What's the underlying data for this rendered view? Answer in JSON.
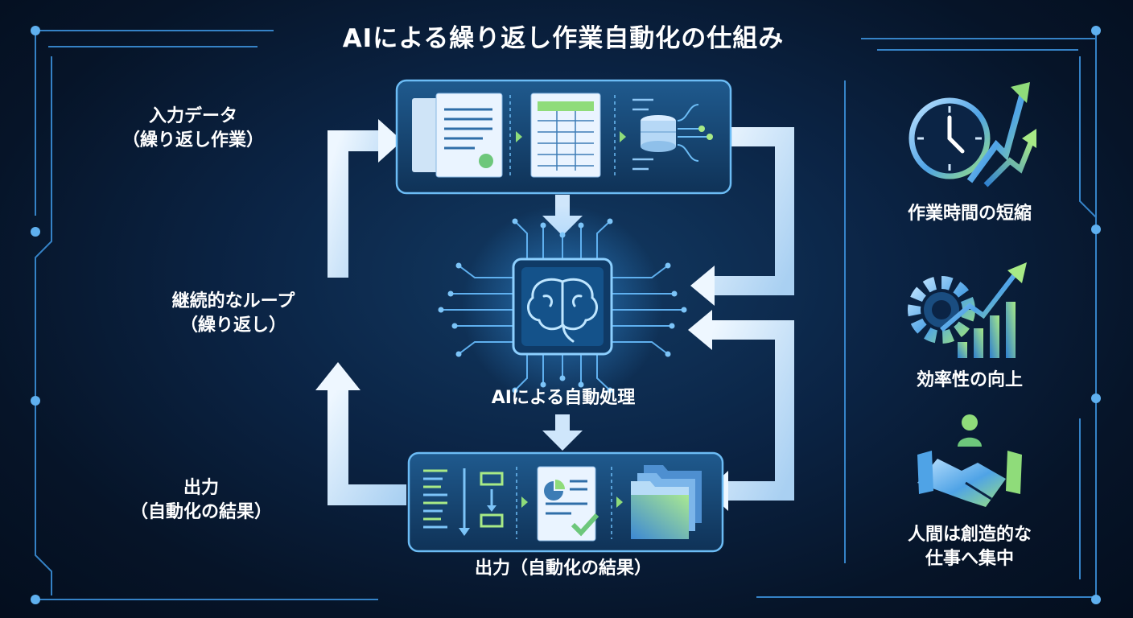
{
  "title": "AIによる繰り返し作業自動化の仕組み",
  "left_labels": {
    "input_line1": "入力データ",
    "input_line2": "（繰り返し作業）",
    "loop_line1": "継続的なループ",
    "loop_line2": "（繰り返し）",
    "output_line1": "出力",
    "output_line2": "（自動化の結果）"
  },
  "center_labels": {
    "ai_processing": "AIによる自動処理",
    "output_caption": "出力（自動化の結果）"
  },
  "benefits": [
    {
      "label_line1": "作業時間の短縮",
      "label_line2": "",
      "icon": "clock-with-arrows-icon"
    },
    {
      "label_line1": "効率性の向上",
      "label_line2": "",
      "icon": "gear-growth-chart-icon"
    },
    {
      "label_line1": "人間は創造的な",
      "label_line2": "仕事へ集中",
      "icon": "handshake-person-icon"
    }
  ],
  "colors": {
    "background": "#0b2445",
    "accent_blue": "#5fb0ef",
    "accent_green": "#8fdc7a",
    "arrow": "#cfe6fb"
  }
}
